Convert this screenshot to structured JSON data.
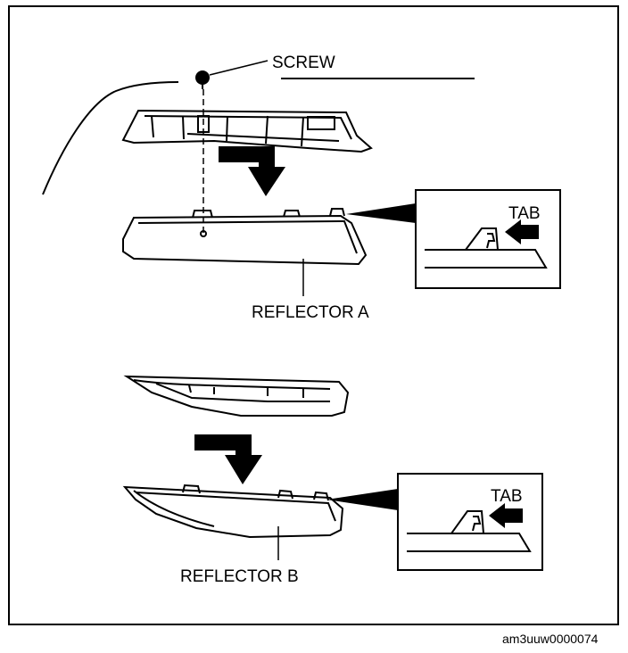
{
  "labels": {
    "screw": "SCREW",
    "tab_a": "TAB",
    "reflector_a": "REFLECTOR A",
    "tab_b": "TAB",
    "reflector_b": "REFLECTOR B"
  },
  "figure_code": "am3uuw0000074",
  "colors": {
    "ink": "#000000",
    "paper": "#ffffff"
  },
  "icons": {
    "arrows": "bent-down-arrow",
    "fastener": "screw-icon"
  }
}
